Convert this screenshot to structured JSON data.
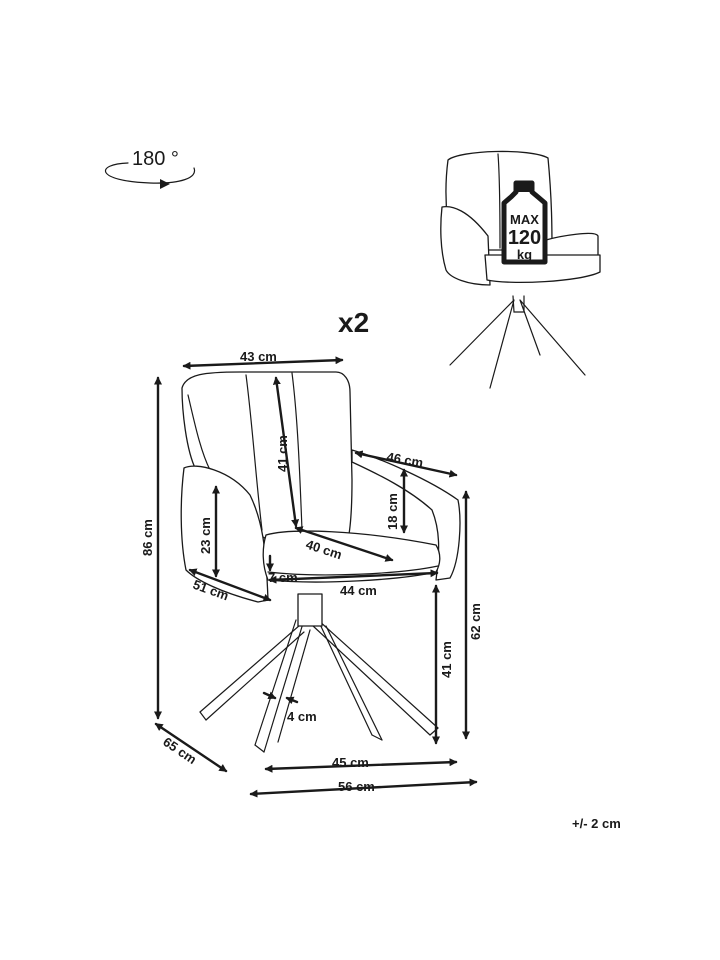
{
  "rotation": {
    "label": "180 °"
  },
  "quantity": "x2",
  "load_badge": {
    "line1": "MAX",
    "line2": "120",
    "line3": "kg"
  },
  "dimensions": {
    "back_width": "43 cm",
    "back_height": "41 cm",
    "arm_depth": "46 cm",
    "arm_height": "18 cm",
    "arm_side_height": "23 cm",
    "seat_depth": "40 cm",
    "total_height": "86 cm",
    "seat_thickness": "7 cm",
    "seat_width": "44 cm",
    "arm_width": "51 cm",
    "total_depth": "65 cm",
    "seat_height": "41 cm",
    "arm_floor_height": "62 cm",
    "leg_size": "4 cm",
    "base_width": "45 cm",
    "total_width": "56 cm"
  },
  "tolerance": "+/- 2 cm",
  "colors": {
    "line": "#1a1a1a",
    "background": "#ffffff"
  }
}
